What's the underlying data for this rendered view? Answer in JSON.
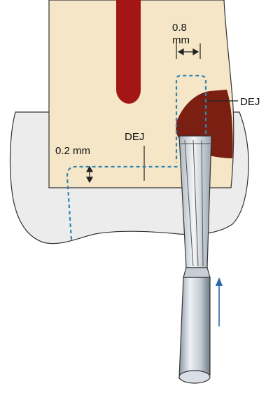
{
  "labels": {
    "width_top": "0.8",
    "width_unit": "mm",
    "dej_right": "DEJ",
    "dej_center": "DEJ",
    "depth": "0.2 mm"
  },
  "colors": {
    "dentin": "#f4e6c7",
    "enamel": "#ececec",
    "pulp": "#a31616",
    "caries": "#7a1f12",
    "outline_dashed": "#2e86b5",
    "arrow": "#2a66b0",
    "instrument_light": "#d7dde4",
    "instrument_dark": "#7f8a96",
    "stroke": "#333333"
  },
  "icons": {
    "direction": "arrow-up-icon",
    "bur": "dental-bur-instrument"
  }
}
